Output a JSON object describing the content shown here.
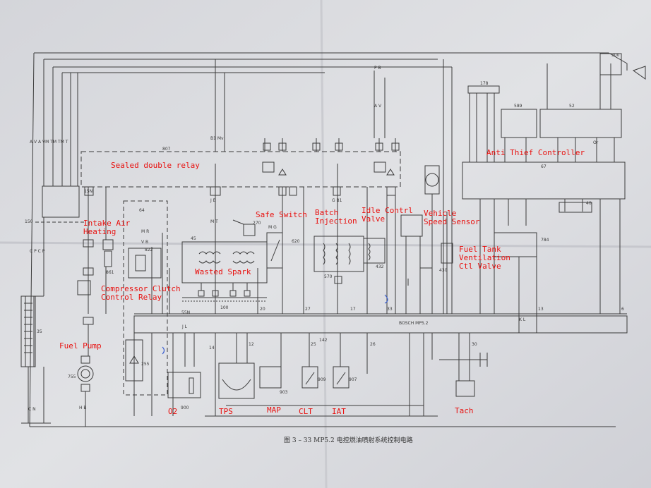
{
  "caption": "图 3 – 33   MP5.2 电控燃油喷射系统控制电路",
  "ecu_label": "BOSCH MP5.2",
  "relay_number": "807",
  "colors": {
    "paper": "#d9dade",
    "line": "#3b3b3b",
    "annotation": "#e8110f",
    "pencil": "#3a5fd0"
  },
  "annotations": {
    "sealed_double_relay": "Sealed double relay",
    "intake_air_heating": "Intake Air\nHeating",
    "compressor_clutch_relay": "Compressor Clutch\nControl Relay",
    "fuel_pump": "Fuel Pump",
    "wasted_spark": "Wasted Spark",
    "safe_switch": "Safe Switch",
    "batch_injection": "Batch\nInjection",
    "idle_control_valve": "Idle Contrl\nValve",
    "vehicle_speed_sensor": "Vehicle\nSpeed Sensor",
    "fuel_tank_ventilation": "Fuel Tank\nVentilation\nCtl Valve",
    "anti_thief_controller": "Anti Thief Controller",
    "o2": "O2",
    "tps": "TPS",
    "map": "MAP",
    "clt": "CLT",
    "iat": "IAT",
    "tach": "Tach"
  },
  "component_numbers": {
    "c64": "64",
    "c822": "822",
    "c861": "861",
    "c255": "255",
    "c45": "45",
    "c100": "100",
    "c270": "270",
    "c620": "620",
    "c570": "570",
    "c432": "432",
    "c430": "430",
    "c784": "784",
    "c178": "178",
    "c589": "589",
    "c52": "52",
    "c67": "67",
    "c40": "40",
    "c300": "300",
    "c755": "755",
    "c35": "35",
    "c150": "150",
    "c900": "900",
    "c903": "903",
    "c909": "909",
    "c907": "907",
    "c142": "142"
  },
  "wire_codes": {
    "left_rail": "A  V A  VM  TM  TM  T",
    "left_bottom": "C  P  C  P",
    "cn": "C  N",
    "relay_top": "B1   Mv",
    "mt": "M T",
    "jb": "J  B",
    "gb": "G  B1",
    "pb": "P  B",
    "av": "A  V",
    "hb": "H  B",
    "mr": "M  R",
    "vb": "V  B",
    "mg": "M  G",
    "kl": "K       L",
    "or": "Or",
    "jl": "J  L"
  },
  "pin_labels": {
    "p15n": "15N",
    "p55n": "55N",
    "p20": "20",
    "p27": "27",
    "p17": "17",
    "p33": "33",
    "p26": "26",
    "p12": "12",
    "p14": "14",
    "p25": "25",
    "p30": "30",
    "p13": "13",
    "p6": "6"
  }
}
